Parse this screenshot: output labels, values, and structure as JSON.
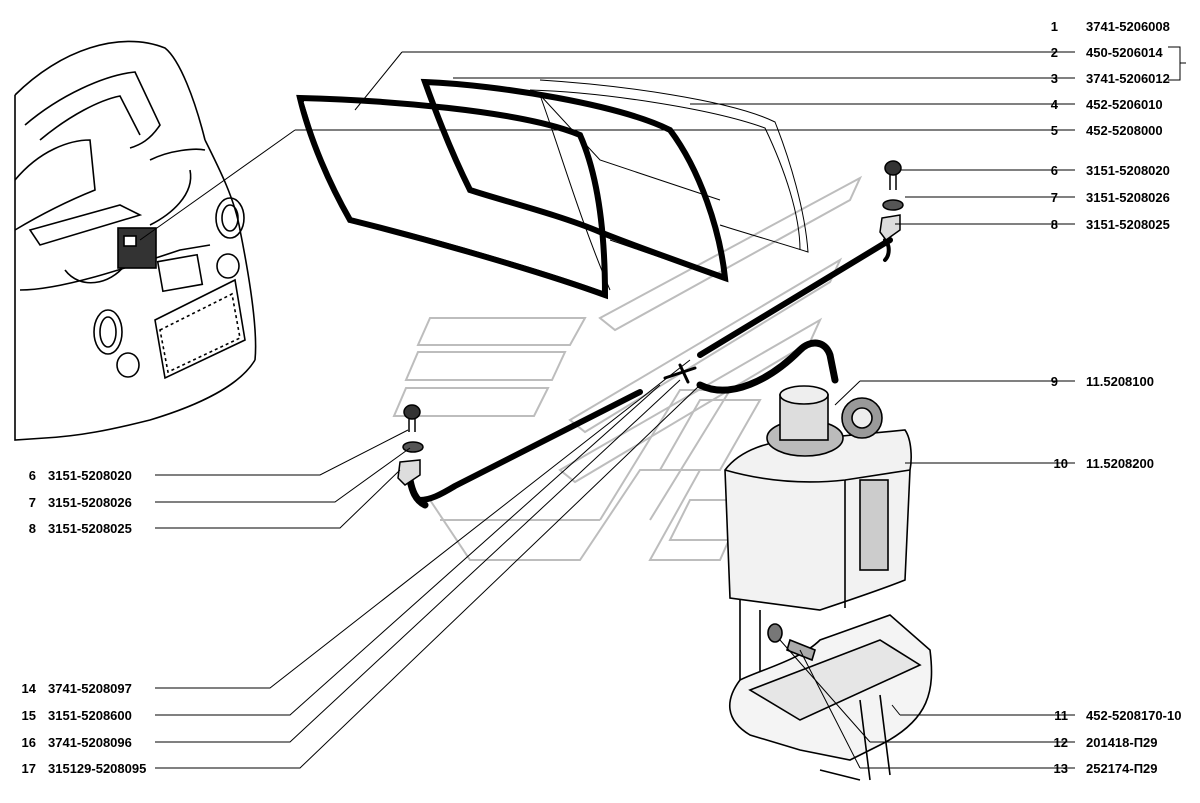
{
  "labels_right": [
    {
      "num": "1",
      "code": "3741-5206008"
    },
    {
      "num": "2",
      "code": "450-5206014"
    },
    {
      "num": "3",
      "code": "3741-5206012"
    },
    {
      "num": "4",
      "code": "452-5206010"
    },
    {
      "num": "5",
      "code": "452-5208000"
    },
    {
      "num": "6",
      "code": "3151-5208020"
    },
    {
      "num": "7",
      "code": "3151-5208026"
    },
    {
      "num": "8",
      "code": "3151-5208025"
    },
    {
      "num": "9",
      "code": "11.5208100"
    },
    {
      "num": "10",
      "code": "11.5208200"
    },
    {
      "num": "11",
      "code": "452-5208170-10"
    },
    {
      "num": "12",
      "code": "201418-П29"
    },
    {
      "num": "13",
      "code": "252174-П29"
    }
  ],
  "labels_left": [
    {
      "num": "6",
      "code": "3151-5208020"
    },
    {
      "num": "7",
      "code": "3151-5208026"
    },
    {
      "num": "8",
      "code": "3151-5208025"
    },
    {
      "num": "14",
      "code": "3741-5208097"
    },
    {
      "num": "15",
      "code": "3151-5208600"
    },
    {
      "num": "16",
      "code": "3741-5208096"
    },
    {
      "num": "17",
      "code": "315129-5208095"
    }
  ]
}
